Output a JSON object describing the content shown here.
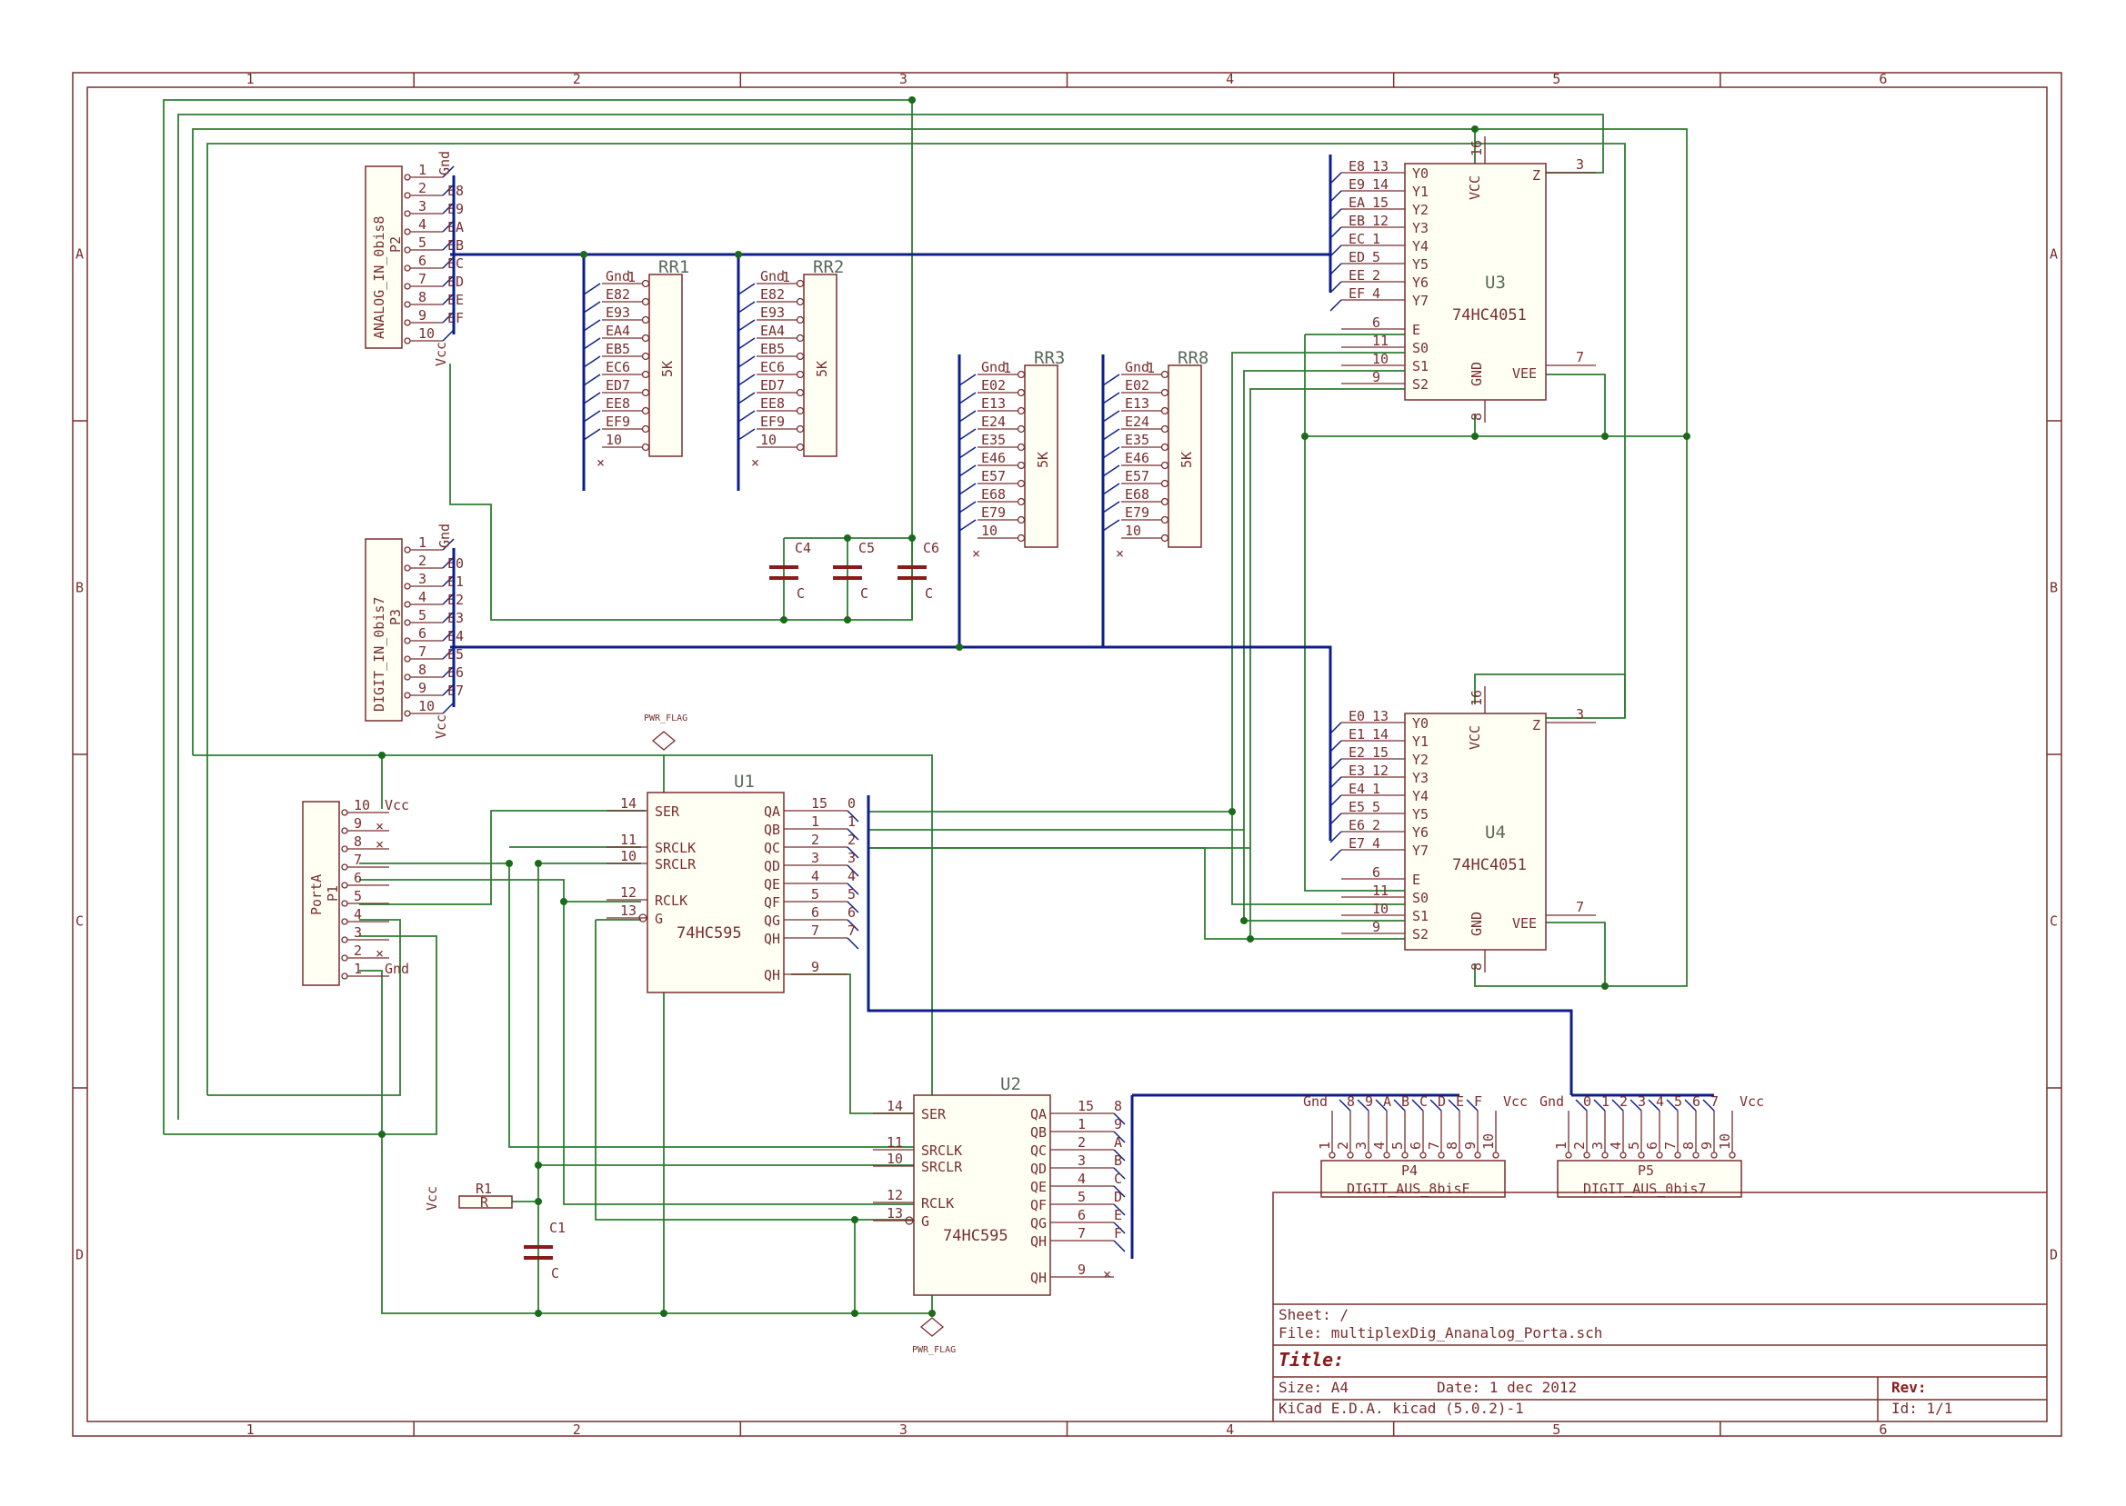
{
  "frame": {
    "columns": [
      "1",
      "2",
      "3",
      "4",
      "5",
      "6"
    ],
    "rows": [
      "A",
      "B",
      "C",
      "D"
    ]
  },
  "title_block": {
    "sheet": "Sheet: /",
    "file": "File: multiplexDig_Ananalog_Porta.sch",
    "title": "Title:",
    "size": "Size: A4",
    "date": "Date: 1 dec 2012",
    "rev": "Rev:",
    "tool": "KiCad E.D.A.  kicad (5.0.2)-1",
    "id": "Id: 1/1"
  },
  "components": {
    "P2": {
      "ref": "P2",
      "value": "ANALOG_IN_0bis8",
      "pins": [
        "1",
        "2",
        "3",
        "4",
        "5",
        "6",
        "7",
        "8",
        "9",
        "10"
      ],
      "nets": [
        "Gnd",
        "E8",
        "E9",
        "EA",
        "EB",
        "EC",
        "ED",
        "EE",
        "EF",
        "Vcc"
      ]
    },
    "P3": {
      "ref": "P3",
      "value": "DIGIT_IN_0bis7",
      "pins": [
        "1",
        "2",
        "3",
        "4",
        "5",
        "6",
        "7",
        "8",
        "9",
        "10"
      ],
      "nets": [
        "Gnd",
        "E0",
        "E1",
        "E2",
        "E3",
        "E4",
        "E5",
        "E6",
        "E7",
        "Vcc"
      ]
    },
    "RR1": {
      "ref": "RR1",
      "value": "5K",
      "rows": [
        "Gnd",
        "E82",
        "E93",
        "EA4",
        "EB5",
        "EC6",
        "ED7",
        "EE8",
        "EF9",
        "10"
      ],
      "top_pin": "1"
    },
    "RR2": {
      "ref": "RR2",
      "value": "5K",
      "rows": [
        "Gnd",
        "E82",
        "E93",
        "EA4",
        "EB5",
        "EC6",
        "ED7",
        "EE8",
        "EF9",
        "10"
      ],
      "top_pin": "1"
    },
    "RR3": {
      "ref": "RR3",
      "value": "5K",
      "rows": [
        "Gnd",
        "E02",
        "E13",
        "E24",
        "E35",
        "E46",
        "E57",
        "E68",
        "E79",
        "10"
      ],
      "top_pin": "1"
    },
    "RR8": {
      "ref": "RR8",
      "value": "5K",
      "rows": [
        "Gnd",
        "E02",
        "E13",
        "E24",
        "E35",
        "E46",
        "E57",
        "E68",
        "E79",
        "10"
      ],
      "top_pin": "1"
    },
    "U3": {
      "ref": "U3",
      "value": "74HC4051",
      "left_pins": [
        "Y0",
        "Y1",
        "Y2",
        "Y3",
        "Y4",
        "Y5",
        "Y6",
        "Y7",
        "E",
        "S0",
        "S1",
        "S2"
      ],
      "left_nums": [
        "13",
        "14",
        "15",
        "12",
        "1",
        "5",
        "2",
        "4",
        "6",
        "11",
        "10",
        "9"
      ],
      "inputs": [
        "E8",
        "E9",
        "EA",
        "EB",
        "EC",
        "ED",
        "EE",
        "EF"
      ],
      "vcc": "VCC",
      "vcc_pin": "16",
      "z": "Z",
      "z_pin": "3",
      "gnd": "GND",
      "gnd_pin": "8",
      "vee": "VEE",
      "vee_pin": "7"
    },
    "U4": {
      "ref": "U4",
      "value": "74HC4051",
      "left_pins": [
        "Y0",
        "Y1",
        "Y2",
        "Y3",
        "Y4",
        "Y5",
        "Y6",
        "Y7",
        "E",
        "S0",
        "S1",
        "S2"
      ],
      "left_nums": [
        "13",
        "14",
        "15",
        "12",
        "1",
        "5",
        "2",
        "4",
        "6",
        "11",
        "10",
        "9"
      ],
      "inputs": [
        "E0",
        "E1",
        "E2",
        "E3",
        "E4",
        "E5",
        "E6",
        "E7"
      ],
      "vcc": "VCC",
      "vcc_pin": "16",
      "z": "Z",
      "z_pin": "3",
      "gnd": "GND",
      "gnd_pin": "8",
      "vee": "VEE",
      "vee_pin": "7"
    },
    "U1": {
      "ref": "U1",
      "value": "74HC595",
      "left_pins": [
        "SER",
        "SRCLK",
        "SRCLR",
        "RCLK",
        "G"
      ],
      "left_nums": [
        "14",
        "11",
        "10",
        "12",
        "13"
      ],
      "right_pins": [
        "QA",
        "QB",
        "QC",
        "QD",
        "QE",
        "QF",
        "QG",
        "QH",
        "QH"
      ],
      "right_nums": [
        "15",
        "1",
        "2",
        "3",
        "4",
        "5",
        "6",
        "7",
        "9"
      ],
      "bus_labels": [
        "0",
        "1",
        "2",
        "3",
        "4",
        "5",
        "6",
        "7"
      ]
    },
    "U2": {
      "ref": "U2",
      "value": "74HC595",
      "left_pins": [
        "SER",
        "SRCLK",
        "SRCLR",
        "RCLK",
        "G"
      ],
      "left_nums": [
        "14",
        "11",
        "10",
        "12",
        "13"
      ],
      "right_pins": [
        "QA",
        "QB",
        "QC",
        "QD",
        "QE",
        "QF",
        "QG",
        "QH",
        "QH"
      ],
      "right_nums": [
        "15",
        "1",
        "2",
        "3",
        "4",
        "5",
        "6",
        "7",
        "9"
      ],
      "bus_labels": [
        "8",
        "9",
        "A",
        "B",
        "C",
        "D",
        "E",
        "F"
      ]
    },
    "P1": {
      "ref": "P1",
      "value": "PortA",
      "pins": [
        "10",
        "9",
        "8",
        "7",
        "6",
        "5",
        "4",
        "3",
        "2",
        "1"
      ],
      "vcc": "Vcc",
      "gnd": "Gnd"
    },
    "P4": {
      "ref": "P4",
      "value": "DIGIT_AUS_8bisF",
      "pins": [
        "1",
        "2",
        "3",
        "4",
        "5",
        "6",
        "7",
        "8",
        "9",
        "10"
      ],
      "labels": [
        "Gnd",
        "8",
        "9",
        "A",
        "B",
        "C",
        "D",
        "E",
        "F",
        "Vcc"
      ]
    },
    "P5": {
      "ref": "P5",
      "value": "DIGIT_AUS_0bis7",
      "pins": [
        "1",
        "2",
        "3",
        "4",
        "5",
        "6",
        "7",
        "8",
        "9",
        "10"
      ],
      "labels": [
        "Gnd",
        "0",
        "1",
        "2",
        "3",
        "4",
        "5",
        "6",
        "7",
        "Vcc"
      ]
    },
    "C4": {
      "ref": "C4",
      "value": "C"
    },
    "C5": {
      "ref": "C5",
      "value": "C"
    },
    "C6": {
      "ref": "C6",
      "value": "C"
    },
    "C1": {
      "ref": "C1",
      "value": "C"
    },
    "R1": {
      "ref": "R1",
      "value": "R",
      "net": "Vcc"
    },
    "PWR1": {
      "label": "PWR_FLAG"
    },
    "PWR2": {
      "label": "PWR_FLAG"
    }
  },
  "colors": {
    "frame": "#7a2e2e",
    "wire": "#2e7d32",
    "bus": "#0d1f8a",
    "capacitor": "#8b1a1a",
    "junction": "#1b6b1b"
  }
}
